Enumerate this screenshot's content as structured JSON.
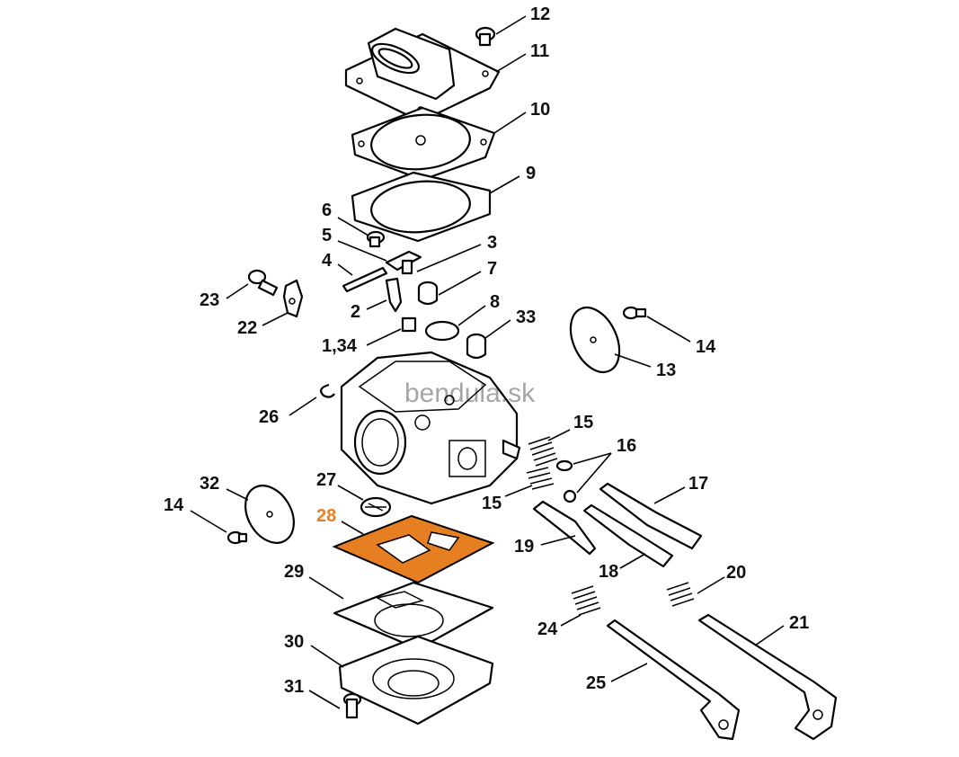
{
  "watermark": "bendula.sk",
  "highlight_color": "#e67e22",
  "labels": {
    "p12": "12",
    "p11": "11",
    "p10": "10",
    "p9": "9",
    "p6": "6",
    "p5": "5",
    "p3": "3",
    "p4": "4",
    "p7": "7",
    "p23": "23",
    "p22": "22",
    "p2": "2",
    "p8": "8",
    "p33": "33",
    "p134": "1,34",
    "p14a": "14",
    "p13": "13",
    "p26": "26",
    "p15a": "15",
    "p16": "16",
    "p27": "27",
    "p28": "28",
    "p32": "32",
    "p14b": "14",
    "p17": "17",
    "p15b": "15",
    "p19": "19",
    "p18": "18",
    "p29": "29",
    "p20": "20",
    "p24": "24",
    "p21": "21",
    "p30": "30",
    "p25": "25",
    "p31": "31"
  }
}
